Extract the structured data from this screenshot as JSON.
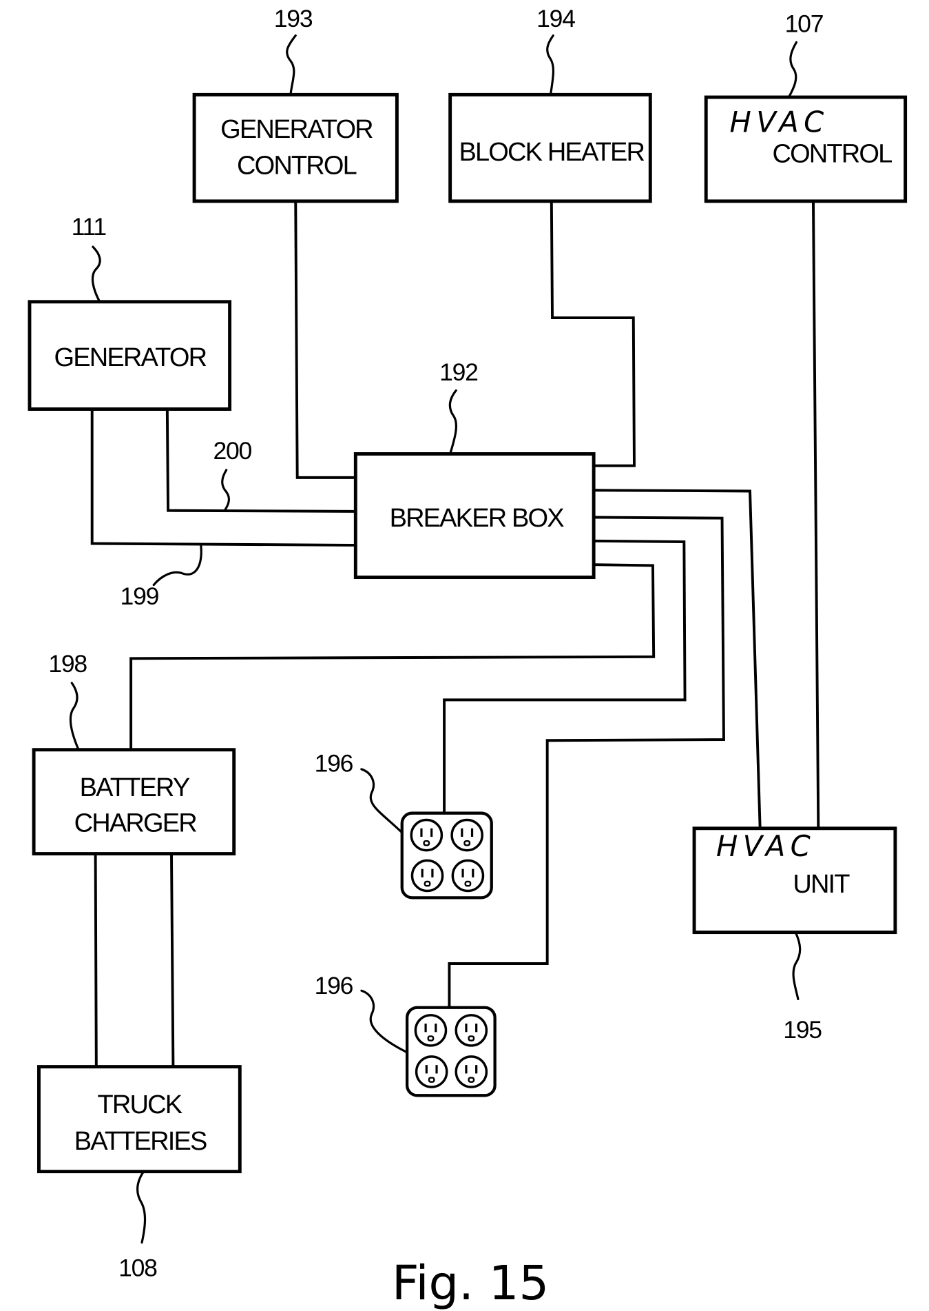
{
  "figure": {
    "caption": "Fig. 15",
    "blocks": {
      "generator_control": {
        "ref": "193",
        "line1": "GENERATOR",
        "line2": "CONTROL"
      },
      "block_heater": {
        "ref": "194",
        "line1": "BLOCK HEATER"
      },
      "hvac_control": {
        "ref": "107",
        "line1": "HVAC",
        "line2": "CONTROL"
      },
      "generator": {
        "ref": "111",
        "line1": "GENERATOR"
      },
      "breaker_box": {
        "ref": "192",
        "line1": "BREAKER BOX"
      },
      "battery_charger": {
        "ref": "198",
        "line1": "BATTERY",
        "line2": "CHARGER"
      },
      "truck_batteries": {
        "ref": "108",
        "line1": "TRUCK",
        "line2": "BATTERIES"
      },
      "hvac_unit": {
        "ref": "195",
        "line1": "HVAC",
        "line2": "UNIT"
      }
    },
    "outlets": [
      {
        "ref": "196",
        "receptacles": 4
      },
      {
        "ref": "196",
        "receptacles": 4
      }
    ],
    "wire_refs": {
      "generator_line_a": "200",
      "generator_line_b": "199"
    },
    "connections": [
      [
        "generator_control",
        "breaker_box"
      ],
      [
        "block_heater",
        "breaker_box"
      ],
      [
        "hvac_control",
        "hvac_unit"
      ],
      [
        "generator",
        "breaker_box"
      ],
      [
        "generator",
        "breaker_box"
      ],
      [
        "breaker_box",
        "hvac_unit"
      ],
      [
        "breaker_box",
        "outlet_2"
      ],
      [
        "breaker_box",
        "outlet_1"
      ],
      [
        "breaker_box",
        "battery_charger"
      ],
      [
        "battery_charger",
        "truck_batteries"
      ],
      [
        "battery_charger",
        "truck_batteries"
      ]
    ]
  }
}
